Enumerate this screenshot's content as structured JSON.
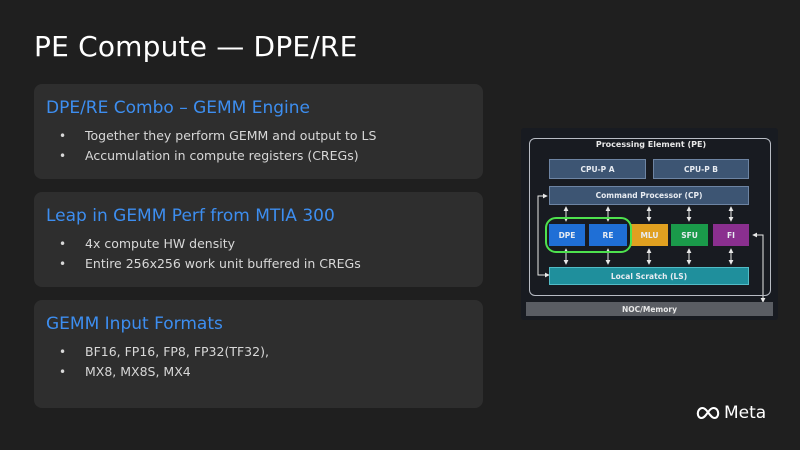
{
  "slide": {
    "title": "PE Compute — DPE/RE"
  },
  "panels": [
    {
      "heading": "DPE/RE Combo – GEMM Engine",
      "bullets": [
        "Together they perform GEMM and output to LS",
        "Accumulation in compute registers (CREGs)"
      ]
    },
    {
      "heading": "Leap in GEMM Perf from MTIA 300",
      "bullets": [
        "4x compute HW density",
        "Entire 256x256 work unit buffered in CREGs"
      ]
    },
    {
      "heading": "GEMM Input Formats",
      "bullets": [
        "BF16, FP16, FP8, FP32(TF32),",
        "MX8, MX8S, MX4"
      ]
    }
  ],
  "diagram": {
    "title": "Processing Element (PE)",
    "cpu_a": "CPU-P A",
    "cpu_b": "CPU-P B",
    "command_processor": "Command Processor (CP)",
    "units": [
      {
        "label": "DPE",
        "color": "#1f6fd6"
      },
      {
        "label": "RE",
        "color": "#1f6fd6"
      },
      {
        "label": "MLU",
        "color": "#e0a020"
      },
      {
        "label": "SFU",
        "color": "#1a9a4a"
      },
      {
        "label": "FI",
        "color": "#8a2f8f"
      }
    ],
    "local_scratch": "Local Scratch (LS)",
    "noc": "NOC/Memory",
    "highlight_color": "#4ee24e"
  },
  "brand": {
    "name": "Meta",
    "icon": "meta-infinity-icon"
  }
}
